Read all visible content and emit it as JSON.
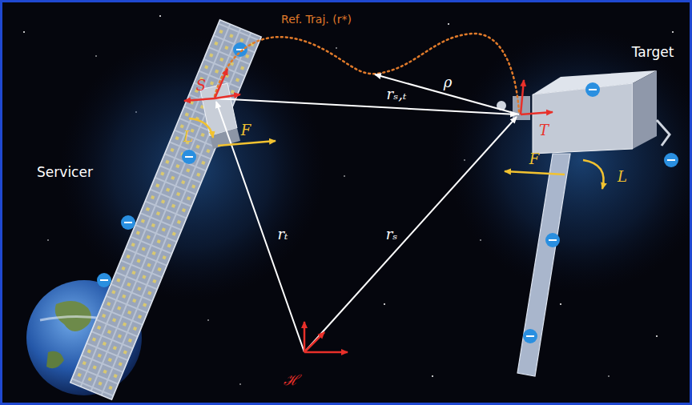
{
  "diagram": {
    "labels": [
      "Ref. Traj. (r*)",
      "ρ",
      "rₛ,ₜ",
      "S",
      "L",
      "F",
      "Servicer",
      "rₜ",
      "rₛ",
      "T",
      "F",
      "L",
      "Target",
      "ℋ"
    ]
  }
}
